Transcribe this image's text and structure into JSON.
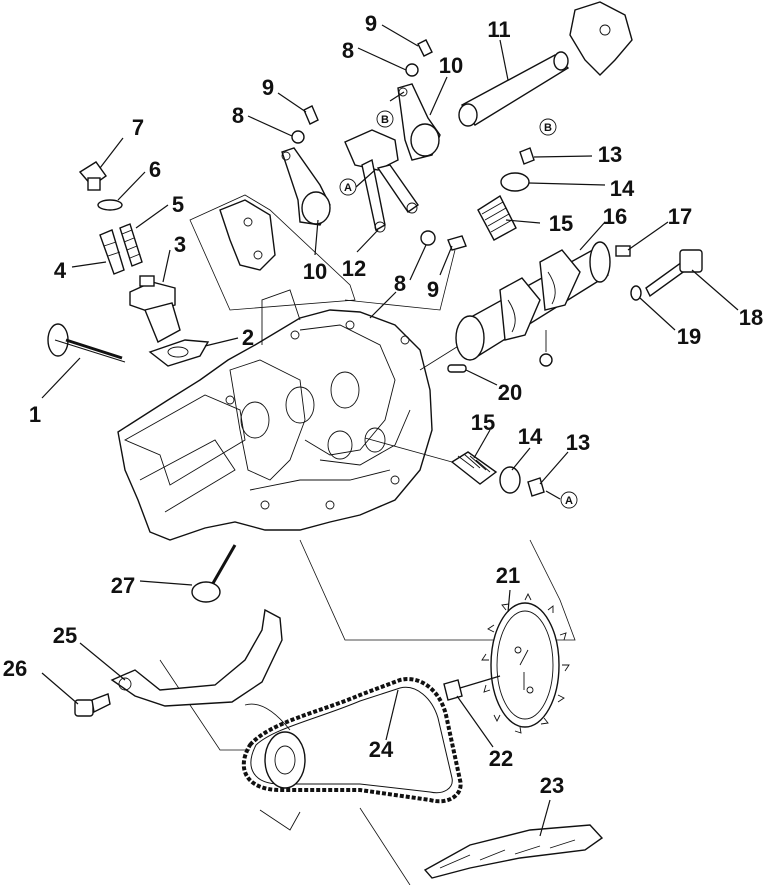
{
  "callouts": [
    {
      "id": "c1",
      "label": "1"
    },
    {
      "id": "c2",
      "label": "2"
    },
    {
      "id": "c3",
      "label": "3"
    },
    {
      "id": "c4",
      "label": "4"
    },
    {
      "id": "c5",
      "label": "5"
    },
    {
      "id": "c6",
      "label": "6"
    },
    {
      "id": "c7",
      "label": "7"
    },
    {
      "id": "c8a",
      "label": "8"
    },
    {
      "id": "c8b",
      "label": "8"
    },
    {
      "id": "c8c",
      "label": "8"
    },
    {
      "id": "c9a",
      "label": "9"
    },
    {
      "id": "c9b",
      "label": "9"
    },
    {
      "id": "c9c",
      "label": "9"
    },
    {
      "id": "c10a",
      "label": "10"
    },
    {
      "id": "c10b",
      "label": "10"
    },
    {
      "id": "c11",
      "label": "11"
    },
    {
      "id": "c12",
      "label": "12"
    },
    {
      "id": "c13a",
      "label": "13"
    },
    {
      "id": "c13b",
      "label": "13"
    },
    {
      "id": "c14a",
      "label": "14"
    },
    {
      "id": "c14b",
      "label": "14"
    },
    {
      "id": "c15a",
      "label": "15"
    },
    {
      "id": "c15b",
      "label": "15"
    },
    {
      "id": "c16",
      "label": "16"
    },
    {
      "id": "c17",
      "label": "17"
    },
    {
      "id": "c18",
      "label": "18"
    },
    {
      "id": "c19",
      "label": "19"
    },
    {
      "id": "c20",
      "label": "20"
    },
    {
      "id": "c21",
      "label": "21"
    },
    {
      "id": "c22",
      "label": "22"
    },
    {
      "id": "c23",
      "label": "23"
    },
    {
      "id": "c24",
      "label": "24"
    },
    {
      "id": "c25",
      "label": "25"
    },
    {
      "id": "c26",
      "label": "26"
    },
    {
      "id": "c27",
      "label": "27"
    }
  ],
  "markers": [
    {
      "id": "mB1",
      "label": "B"
    },
    {
      "id": "mB2",
      "label": "B"
    },
    {
      "id": "mA1",
      "label": "A"
    },
    {
      "id": "mA2",
      "label": "A"
    }
  ]
}
